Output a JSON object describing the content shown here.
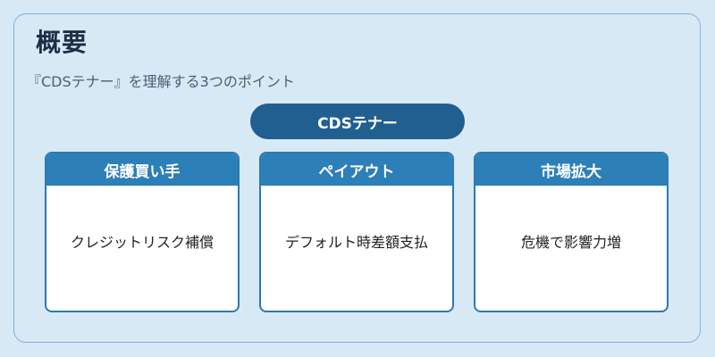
{
  "title": "概要",
  "subtitle": "『CDSテナー』を理解する3つのポイント",
  "center_label": "CDSテナー",
  "cards": [
    {
      "header": "保護買い手",
      "body": "クレジットリスク補償"
    },
    {
      "header": "ペイアウト",
      "body": "デフォルト時差額支払"
    },
    {
      "header": "市場拡大",
      "body": "危機で影響力増"
    }
  ],
  "colors": {
    "background": "#d8e9f6",
    "panel_border": "#7fb2d9",
    "pill": "#205f8f",
    "card_header": "#2d7fb8",
    "card_border": "#2d79b0",
    "title_text": "#1a2e44"
  }
}
